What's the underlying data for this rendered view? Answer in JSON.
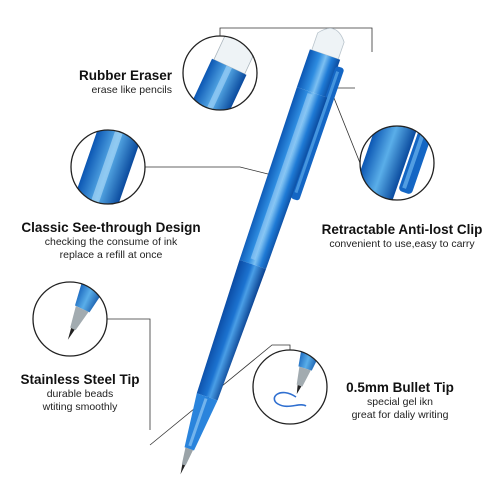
{
  "features": {
    "rubber_eraser": {
      "title": "Rubber Eraser",
      "lines": [
        "erase like pencils"
      ]
    },
    "see_through": {
      "title": "Classic See-through Design",
      "lines": [
        "checking the consume of ink",
        "replace a refill at once"
      ]
    },
    "steel_tip": {
      "title": "Stainless Steel Tip",
      "lines": [
        "durable beads",
        "wtiting smoothly"
      ]
    },
    "clip": {
      "title": "Retractable Anti-lost Clip",
      "lines": [
        "convenient to use,easy to carry"
      ]
    },
    "bullet_tip": {
      "title": "0.5mm Bullet Tip",
      "lines": [
        "special gel ikn",
        "great for daliy writing"
      ]
    }
  },
  "colors": {
    "pen_blue": "#1f7bd6",
    "pen_dark": "#0b4fa8",
    "pen_light": "#6fb7f0",
    "eraser": "#eef3f6",
    "leader": "#333333"
  }
}
